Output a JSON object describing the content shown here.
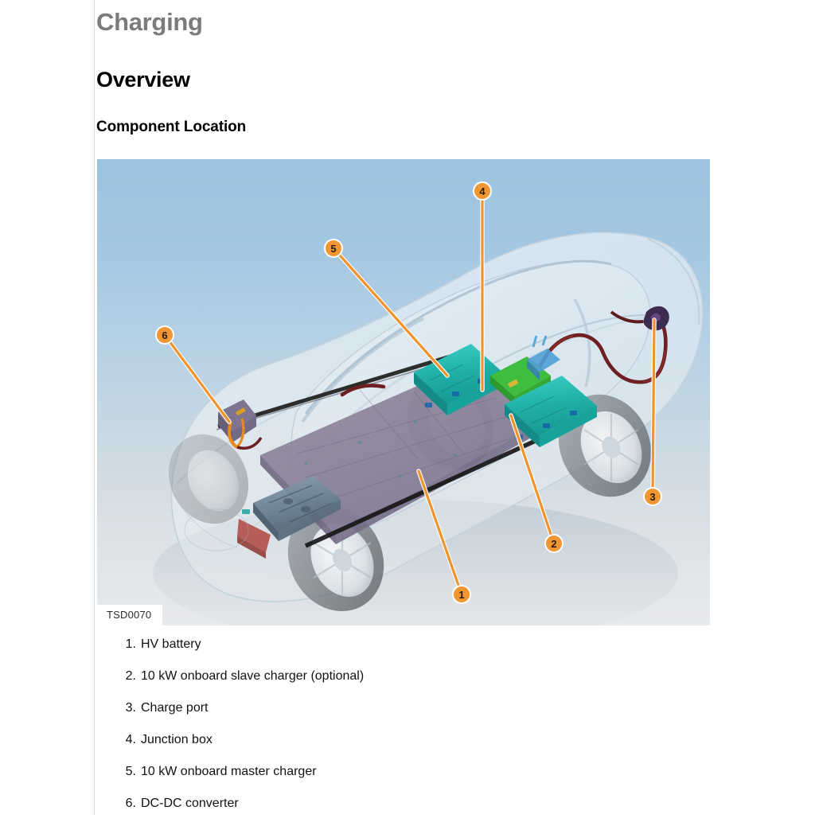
{
  "document": {
    "chapter_title": "Charging",
    "section_title": "Overview",
    "subsection_title": "Component Location"
  },
  "figure": {
    "id_label": "TSD0070",
    "description": "Ghosted three-quarter view of an electric hatchback showing high-voltage charging component locations",
    "callouts": [
      {
        "number": "1",
        "target": "HV battery"
      },
      {
        "number": "2",
        "target": "10 kW onboard slave charger (optional)"
      },
      {
        "number": "3",
        "target": "Charge port"
      },
      {
        "number": "4",
        "target": "Junction box"
      },
      {
        "number": "5",
        "target": "10 kW onboard master charger"
      },
      {
        "number": "6",
        "target": "DC-DC converter"
      }
    ],
    "colors": {
      "callout_fill": "#f09632",
      "callout_ring": "#ffffff",
      "leader_line": "#f0932b",
      "background_top": "#9cc3e0",
      "background_bottom": "#e7e9eb",
      "battery_pack": "#8b8299",
      "charger_teal": "#2cb8b0",
      "junction_box_green": "#3ebd3e",
      "hv_cable": "#6e1f21"
    }
  },
  "component_list": [
    {
      "num": "1.",
      "label": "HV battery"
    },
    {
      "num": "2.",
      "label": "10 kW onboard slave charger (optional)"
    },
    {
      "num": "3.",
      "label": "Charge port"
    },
    {
      "num": "4.",
      "label": "Junction box"
    },
    {
      "num": "5.",
      "label": "10 kW onboard master charger"
    },
    {
      "num": "6.",
      "label": "DC-DC converter"
    }
  ]
}
